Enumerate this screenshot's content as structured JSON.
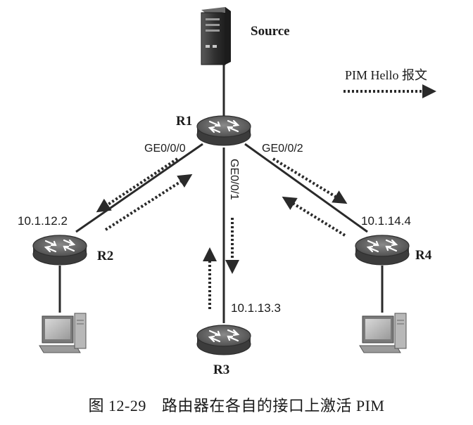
{
  "source": {
    "label": "Source"
  },
  "legend": {
    "label": "PIM Hello 报文"
  },
  "routers": [
    {
      "id": "r1",
      "label": "R1"
    },
    {
      "id": "r2",
      "label": "R2",
      "ip": "10.1.12.2"
    },
    {
      "id": "r3",
      "label": "R3",
      "ip": "10.1.13.3"
    },
    {
      "id": "r4",
      "label": "R4",
      "ip": "10.1.14.4"
    }
  ],
  "interfaces": {
    "to_r2": "GE0/0/0",
    "to_r3": "GE0/0/1",
    "to_r4": "GE0/0/2"
  },
  "caption": {
    "number": "图 12-29",
    "text": "路由器在各自的接口上激活 PIM"
  }
}
